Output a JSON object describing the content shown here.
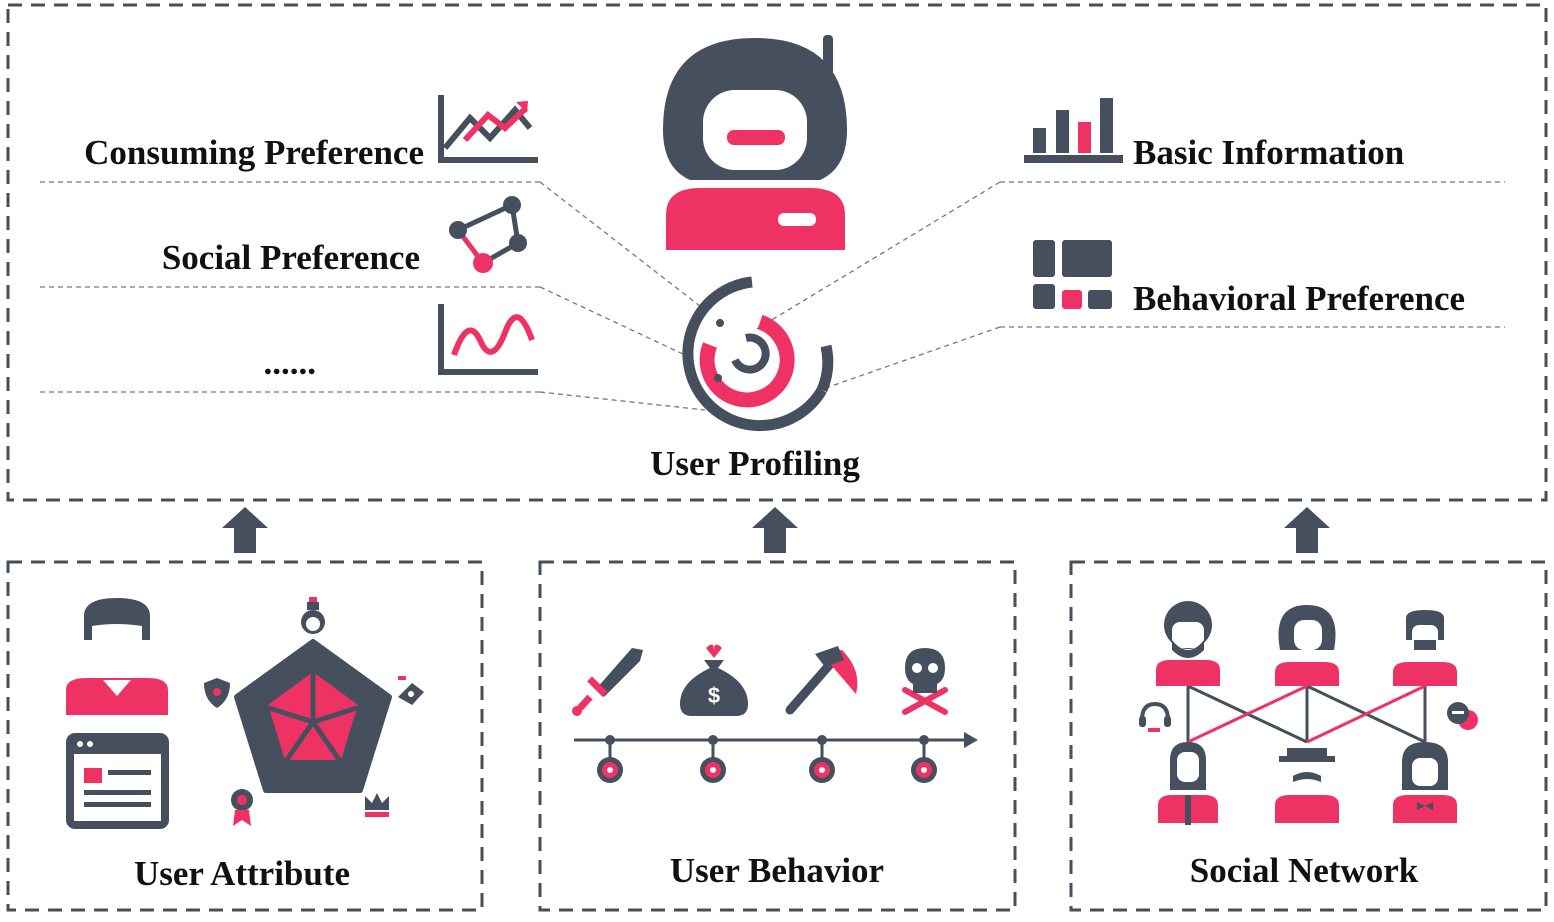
{
  "colors": {
    "dark": "#454f5e",
    "accent": "#ee3364",
    "text": "#111111",
    "border": "#454f5e"
  },
  "top_panel": {
    "center_label": "User Profiling",
    "left_items": [
      {
        "label": "Consuming Preference",
        "icon": "trend-chart-icon"
      },
      {
        "label": "Social Preference",
        "icon": "network-graph-icon"
      },
      {
        "label": "......",
        "icon": "wave-chart-icon"
      }
    ],
    "right_items": [
      {
        "label": "Basic Information",
        "icon": "bar-chart-icon"
      },
      {
        "label": "Behavioral Preference",
        "icon": "tile-grid-icon"
      }
    ]
  },
  "bottom_panels": [
    {
      "label": "User Attribute"
    },
    {
      "label": "User Behavior"
    },
    {
      "label": "Social Network"
    }
  ]
}
